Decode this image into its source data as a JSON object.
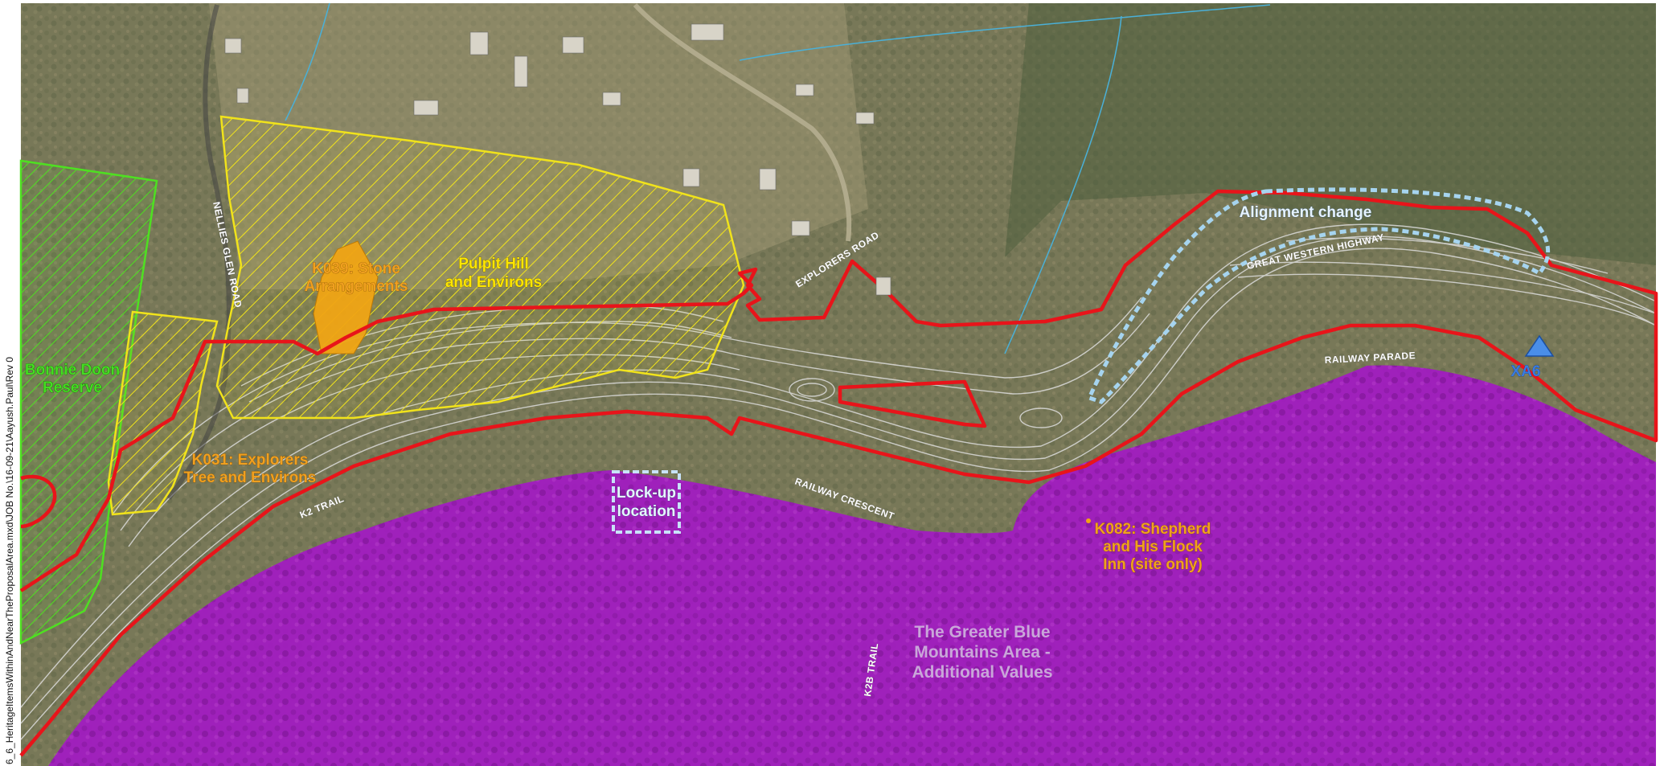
{
  "side_caption": "6_6_HeritageItemsWithinAndNearTheProposalArea.mxd\\JOB No.\\16-09-21\\Aayush.Paul\\Rev 0",
  "labels": {
    "k039_line1": "K039: Stone",
    "k039_line2": "Arrangements",
    "pulpit_line1": "Pulpit Hill",
    "pulpit_line2": "and Environs",
    "bonnie_line1": "Bonnie Doon",
    "bonnie_line2": "Reserve",
    "k031_line1": "K031: Explorers",
    "k031_line2": "Tree and Environs",
    "lockup_line1": "Lock-up",
    "lockup_line2": "location",
    "alignment": "Alignment change",
    "k082_line1": "K082: Shepherd",
    "k082_line2": "and His Flock",
    "k082_line3": "Inn (site only)",
    "gbm_line1": "The Greater Blue",
    "gbm_line2": "Mountains Area -",
    "gbm_line3": "Additional Values",
    "xa6": "XA6"
  },
  "roads": {
    "nellies_glen": "NELLIES GLEN ROAD",
    "explorers": "EXPLORERS ROAD",
    "great_western": "GREAT WESTERN HIGHWAY",
    "railway_parade": "RAILWAY PARADE",
    "railway_crescent": "RAILWAY CRESCENT",
    "k2_trail": "K2 TRAIL",
    "k2b_trail": "K2B TRAIL"
  },
  "colors": {
    "aerial_base": "#7d7a5a",
    "forest_dark": "#5e6a48",
    "purple_area": "#a21bc0",
    "proposal_boundary": "#e8141a",
    "yellow_hatch": "#f1e31b",
    "green_hatch": "#4ee021",
    "heritage_fill": "#f0a515",
    "dashed_blue": "#a6d4ef",
    "marker_blue": "#4a8ee8"
  },
  "legend_icons": {
    "xa6_marker": "triangle-icon"
  }
}
